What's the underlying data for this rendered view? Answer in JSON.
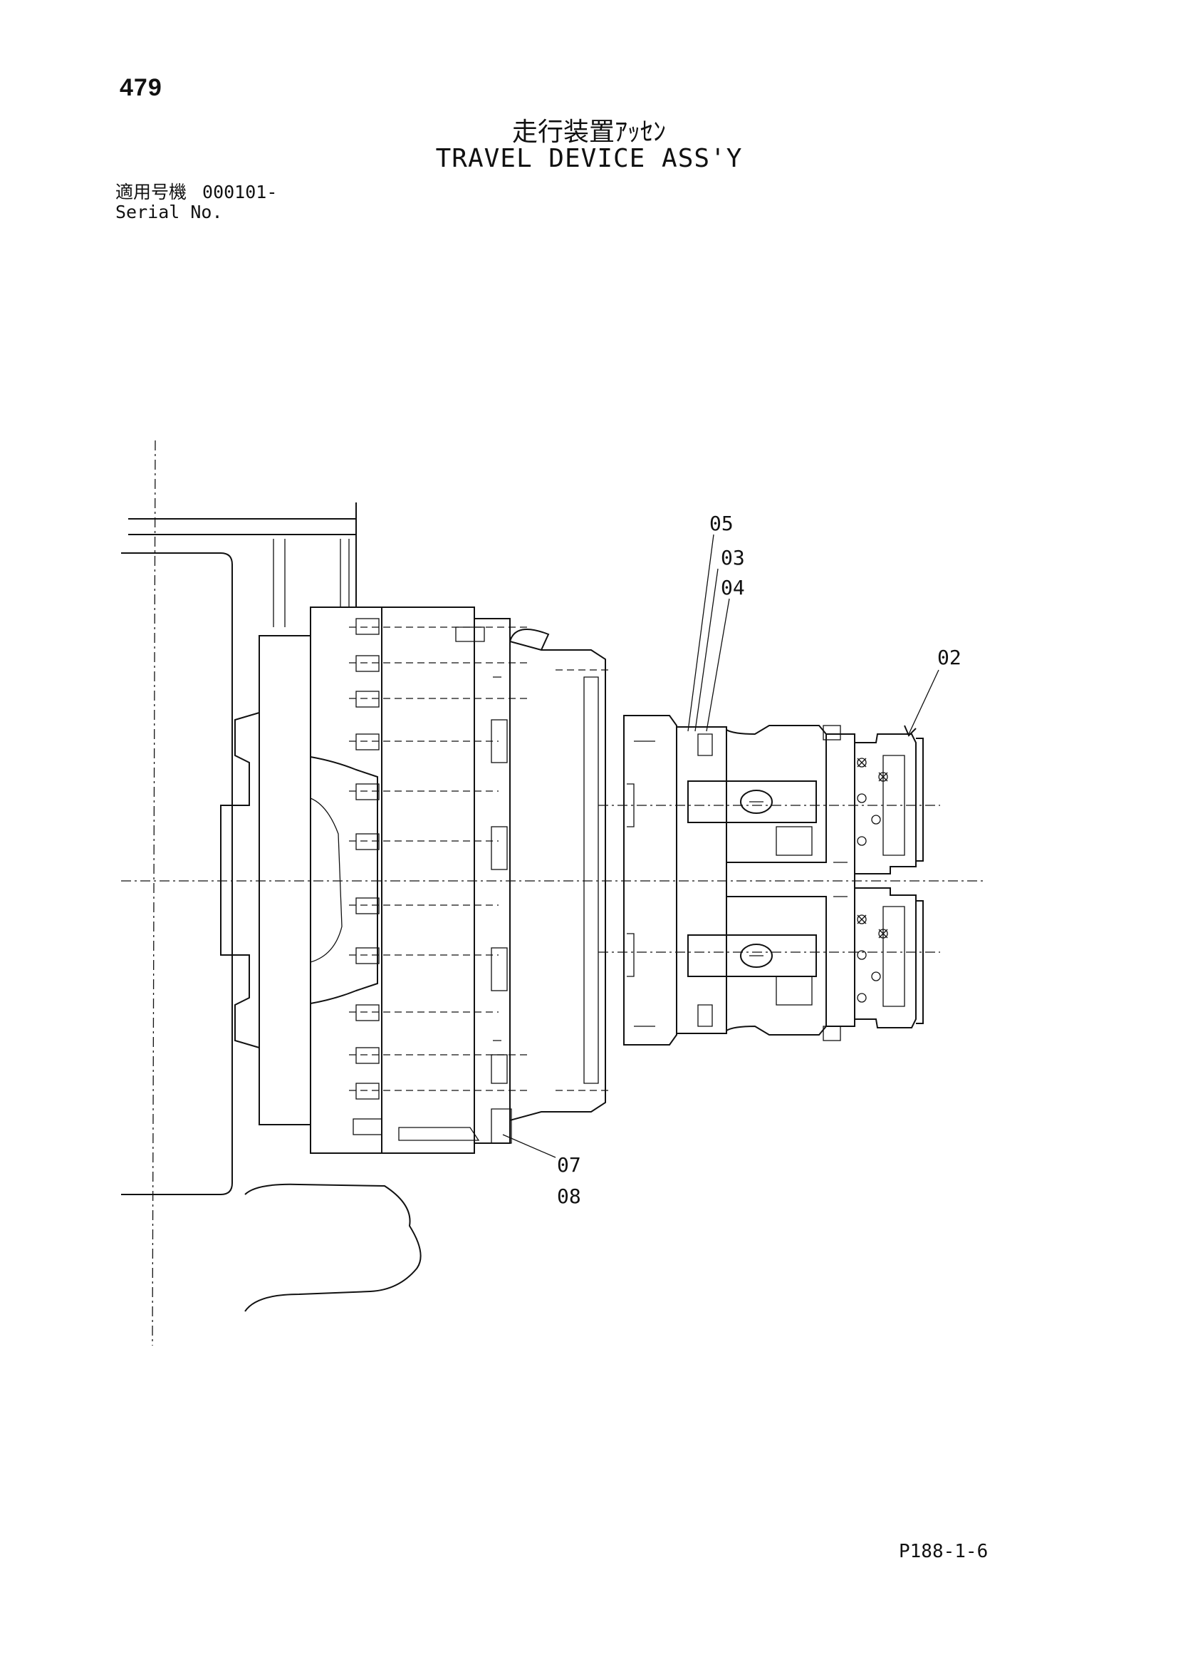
{
  "header": {
    "page_number": "479",
    "title_ja": "走行装置ｱｯｾﾝ",
    "title_en": "TRAVEL DEVICE ASS'Y",
    "serial_label_ja": "適用号機",
    "serial_value": "000101-",
    "serial_label_en": "Serial No."
  },
  "callouts": {
    "c05": "05",
    "c03": "03",
    "c04": "04",
    "c02": "02",
    "c07": "07",
    "c08": "08"
  },
  "footer": {
    "reference": "P188-1-6"
  }
}
